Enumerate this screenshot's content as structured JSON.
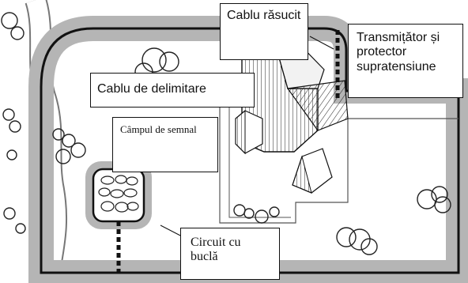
{
  "diagram": {
    "labels": {
      "twisted_cable": "Cablu răsucit",
      "transmitter": "Transmițător și protector supratensiune",
      "boundary_cable": "Cablu de delimitare",
      "signal_field": "Câmpul de semnal",
      "loop_circuit": "Circuit cu buclă"
    }
  }
}
